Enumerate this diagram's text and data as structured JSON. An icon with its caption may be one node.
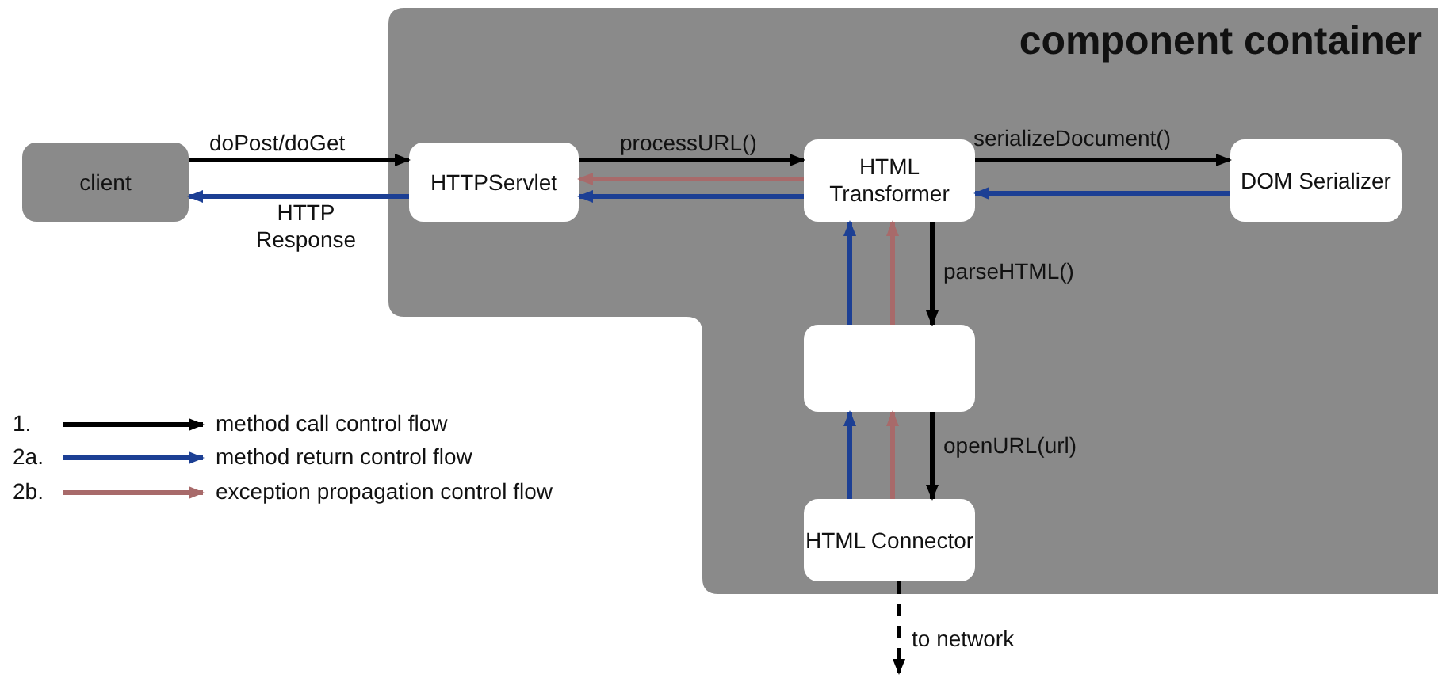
{
  "diagram": {
    "nodes": [
      {
        "text": [
          "component container"
        ]
      },
      {
        "text": [
          "client"
        ]
      },
      {
        "text": [
          "HTTPServlet"
        ],
        "in": 0
      },
      {
        "text": [
          "HTML Transformer"
        ],
        "in": 0
      },
      {
        "text": [
          "DOM Serializer"
        ],
        "in": 0
      },
      {
        "text": [],
        "shape": "box",
        "in": 0
      },
      {
        "text": [
          "HTML Connector"
        ],
        "in": 0
      }
    ],
    "edges": [
      {
        "from": 1,
        "to": 2,
        "arrow": "to",
        "label": "doPost/doGet"
      },
      {
        "from": 2,
        "to": 1,
        "arrow": "to",
        "label": "HTTP Response",
        "color": "#1c3f94"
      },
      {
        "from": 2,
        "to": 3,
        "arrow": "to",
        "label": "processURL()"
      },
      {
        "from": 3,
        "to": 2,
        "arrow": "to",
        "color": "#a86a6a"
      },
      {
        "from": 3,
        "to": 2,
        "arrow": "to",
        "color": "#1c3f94"
      },
      {
        "from": 3,
        "to": 4,
        "arrow": "to",
        "label": "serializeDocument()"
      },
      {
        "from": 4,
        "to": 3,
        "arrow": "to",
        "color": "#1c3f94"
      },
      {
        "from": 3,
        "to": 5,
        "arrow": "to",
        "label": "parseHTML()"
      },
      {
        "from": 5,
        "to": 3,
        "arrow": "to",
        "color": "#1c3f94"
      },
      {
        "from": 5,
        "to": 3,
        "arrow": "to",
        "color": "#a86a6a"
      },
      {
        "from": 5,
        "to": 6,
        "arrow": "to",
        "label": "openURL(url)"
      },
      {
        "from": 6,
        "to": 5,
        "arrow": "to",
        "color": "#1c3f94"
      },
      {
        "from": 6,
        "to": 5,
        "arrow": "to",
        "color": "#a86a6a"
      },
      {
        "from": 6,
        "to": null,
        "arrow": "to",
        "label": "to network",
        "style": "dashed"
      }
    ],
    "labels": [
      "1.",
      "2a.",
      "2b."
    ],
    "legend": [
      {
        "text": "method call control flow"
      },
      {
        "text": "method return control flow"
      },
      {
        "text": "exception propagation control flow"
      }
    ]
  }
}
